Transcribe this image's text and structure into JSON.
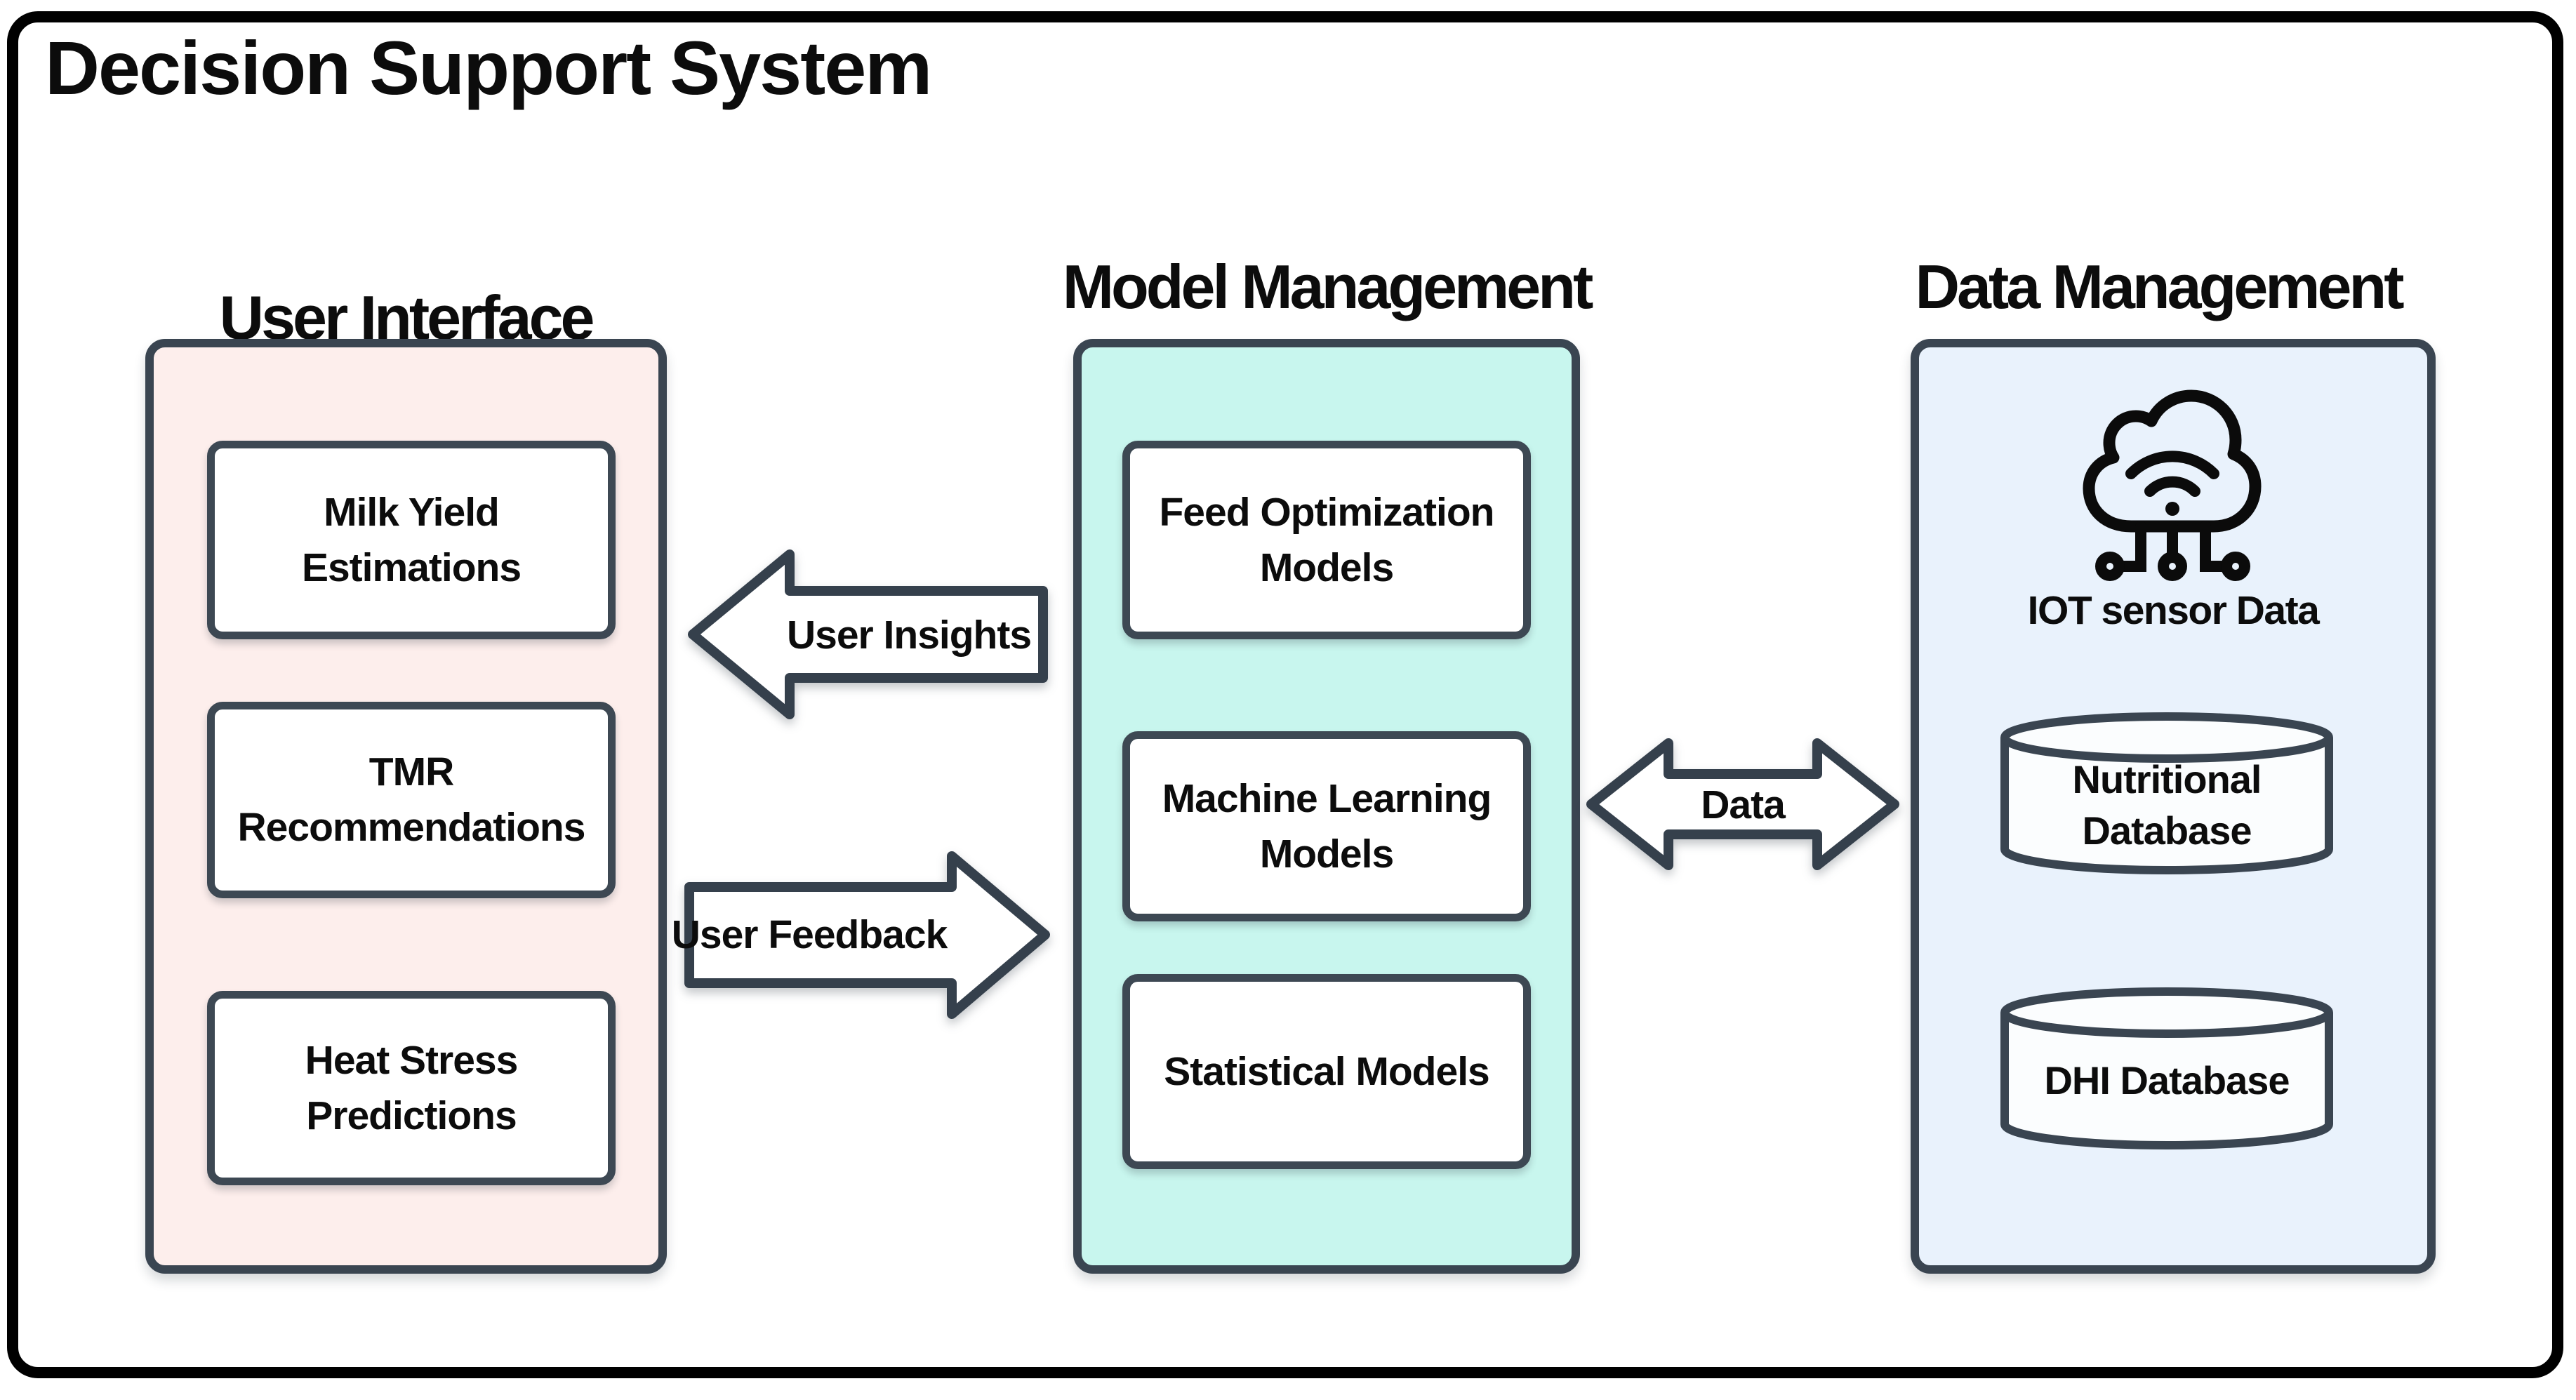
{
  "title": "Decision Support System",
  "columns": [
    {
      "id": "user-interface",
      "header": "User Interface",
      "boxes": [
        "Milk Yield Estimations",
        "TMR Recommendations",
        "Heat Stress Predictions"
      ]
    },
    {
      "id": "model-management",
      "header": "Model Management",
      "boxes": [
        "Feed Optimization Models",
        "Machine Learning Models",
        "Statistical Models"
      ]
    },
    {
      "id": "data-management",
      "header": "Data Management",
      "iot_label": "IOT sensor Data",
      "databases": [
        "Nutritional Database",
        "DHI Database"
      ]
    }
  ],
  "arrows": [
    {
      "label": "User Insights",
      "direction": "left"
    },
    {
      "label": "User Feedback",
      "direction": "right"
    },
    {
      "label": "Data",
      "direction": "both"
    }
  ],
  "icons": [
    {
      "name": "iot-cloud-icon",
      "depicts": "cloud with wifi signal and circuit node legs"
    },
    {
      "name": "database-cylinder-icon",
      "depicts": "database cylinder"
    }
  ],
  "colors": {
    "outer_border": "#000000",
    "panel_border": "#3a4551",
    "user_interface_panel": "#fdeeec",
    "model_management_panel": "#c8f6ee",
    "data_management_panel": "#e9f2fc",
    "node_fill": "#ffffff",
    "text": "#0c0c0c"
  }
}
